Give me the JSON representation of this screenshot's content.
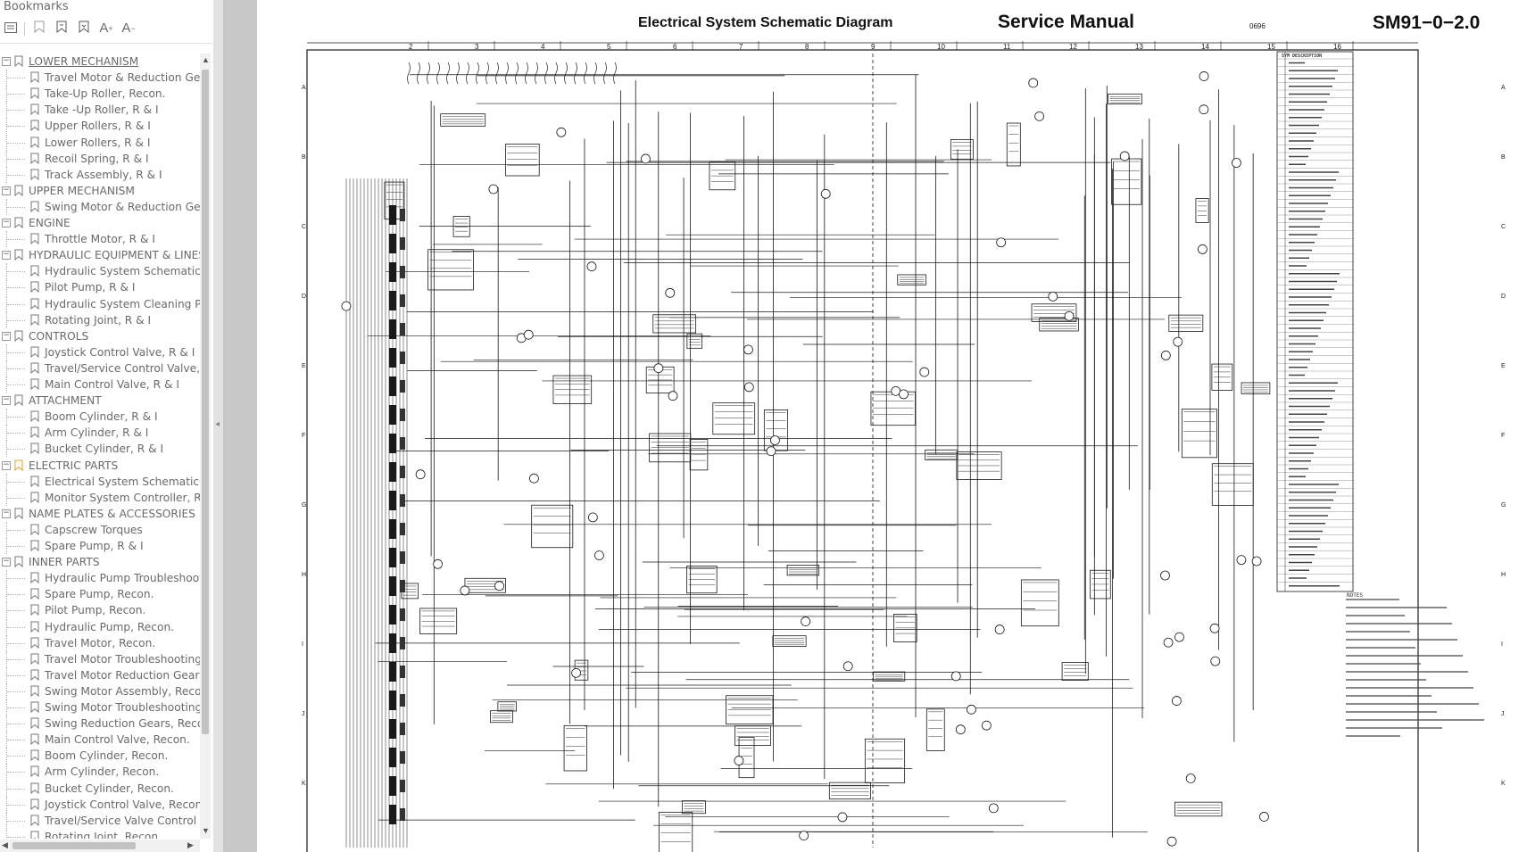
{
  "sidebar": {
    "title": "Bookmarks",
    "toolbar": [
      {
        "name": "options-menu-icon",
        "glyph": "☰"
      },
      {
        "name": "new-bookmark-icon",
        "glyph": "🔖"
      },
      {
        "name": "bookmark-icon",
        "glyph": "⚑"
      },
      {
        "name": "bookmark-expand-icon",
        "glyph": "⚐"
      },
      {
        "name": "increase-text-size-icon",
        "glyph": "A⁺"
      },
      {
        "name": "decrease-text-size-icon",
        "glyph": "A⁻"
      }
    ],
    "items": [
      {
        "label": "LOWER MECHANISM",
        "level": 0,
        "expanded": true,
        "selected": true
      },
      {
        "label": "Travel Motor & Reduction Gear",
        "level": 1
      },
      {
        "label": "Take-Up Roller, Recon.",
        "level": 1
      },
      {
        "label": "Take -Up Roller, R & I",
        "level": 1
      },
      {
        "label": "Upper Rollers, R & I",
        "level": 1
      },
      {
        "label": "Lower Rollers, R & I",
        "level": 1
      },
      {
        "label": "Recoil Spring, R & I",
        "level": 1
      },
      {
        "label": "Track Assembly, R & I",
        "level": 1
      },
      {
        "label": "UPPER MECHANISM",
        "level": 0,
        "expanded": true
      },
      {
        "label": "Swing Motor & Reduction Gear",
        "level": 1
      },
      {
        "label": "ENGINE",
        "level": 0,
        "expanded": true
      },
      {
        "label": "Throttle Motor, R & I",
        "level": 1
      },
      {
        "label": "HYDRAULIC EQUIPMENT & LINES",
        "level": 0,
        "expanded": true
      },
      {
        "label": "Hydraulic System Schematic Di",
        "level": 1
      },
      {
        "label": "Pilot Pump, R & I",
        "level": 1
      },
      {
        "label": "Hydraulic System Cleaning Proc",
        "level": 1
      },
      {
        "label": "Rotating Joint, R & I",
        "level": 1
      },
      {
        "label": "CONTROLS",
        "level": 0,
        "expanded": true
      },
      {
        "label": "Joystick Control Valve, R & I",
        "level": 1
      },
      {
        "label": "Travel/Service Control Valve, R",
        "level": 1
      },
      {
        "label": "Main Control Valve, R & I",
        "level": 1
      },
      {
        "label": "ATTACHMENT",
        "level": 0,
        "expanded": true
      },
      {
        "label": "Boom Cylinder, R & I",
        "level": 1
      },
      {
        "label": "Arm Cylinder, R & I",
        "level": 1
      },
      {
        "label": "Bucket Cylinder, R & I",
        "level": 1
      },
      {
        "label": "ELECTRIC PARTS",
        "level": 0,
        "expanded": true,
        "highlight": true
      },
      {
        "label": "Electrical System Schematic Di",
        "level": 1
      },
      {
        "label": "Monitor System Controller, R &",
        "level": 1
      },
      {
        "label": "NAME PLATES & ACCESSORIES",
        "level": 0,
        "expanded": true
      },
      {
        "label": "Capscrew Torques",
        "level": 1
      },
      {
        "label": "Spare Pump, R & I",
        "level": 1
      },
      {
        "label": "INNER PARTS",
        "level": 0,
        "expanded": true
      },
      {
        "label": "Hydraulic Pump Troubleshootir",
        "level": 1
      },
      {
        "label": "Spare Pump, Recon.",
        "level": 1
      },
      {
        "label": "Pilot Pump, Recon.",
        "level": 1
      },
      {
        "label": "Hydraulic Pump, Recon.",
        "level": 1
      },
      {
        "label": "Travel Motor, Recon.",
        "level": 1
      },
      {
        "label": "Travel Motor Troubleshooting",
        "level": 1
      },
      {
        "label": "Travel Motor Reduction Gears,",
        "level": 1
      },
      {
        "label": "Swing Motor Assembly, Recon.",
        "level": 1
      },
      {
        "label": "Swing Motor Troubleshooting",
        "level": 1
      },
      {
        "label": "Swing Reduction Gears, Recon",
        "level": 1
      },
      {
        "label": "Main Control Valve, Recon.",
        "level": 1
      },
      {
        "label": "Boom Cylinder, Recon.",
        "level": 1
      },
      {
        "label": "Arm Cylinder, Recon.",
        "level": 1
      },
      {
        "label": "Bucket Cylinder, Recon.",
        "level": 1
      },
      {
        "label": "Joystick Control Valve, Recon.",
        "level": 1
      },
      {
        "label": "Travel/Service Valve Control Va",
        "level": 1
      },
      {
        "label": "Rotating Joint, Recon.",
        "level": 1
      }
    ]
  },
  "document": {
    "title": "Electrical System Schematic Diagram",
    "manual": "Service Manual",
    "code": "0696",
    "doc_number": "SM91−0−2.0",
    "col_labels": [
      "2",
      "3",
      "4",
      "5",
      "6",
      "7",
      "8",
      "9",
      "10",
      "11",
      "12",
      "13",
      "14",
      "15",
      "16"
    ],
    "row_labels": [
      "A",
      "B",
      "C",
      "D",
      "E",
      "F",
      "G",
      "H",
      "I",
      "J",
      "K"
    ],
    "legend_header": "SYM DESCRIPTION",
    "notes_title": "NOTES"
  },
  "colors": {
    "ink": "#1a1a1a",
    "sidebar_text": "#6a6a6a",
    "highlight_icon": "#e3a020",
    "gutter": "#c8c8c8"
  }
}
